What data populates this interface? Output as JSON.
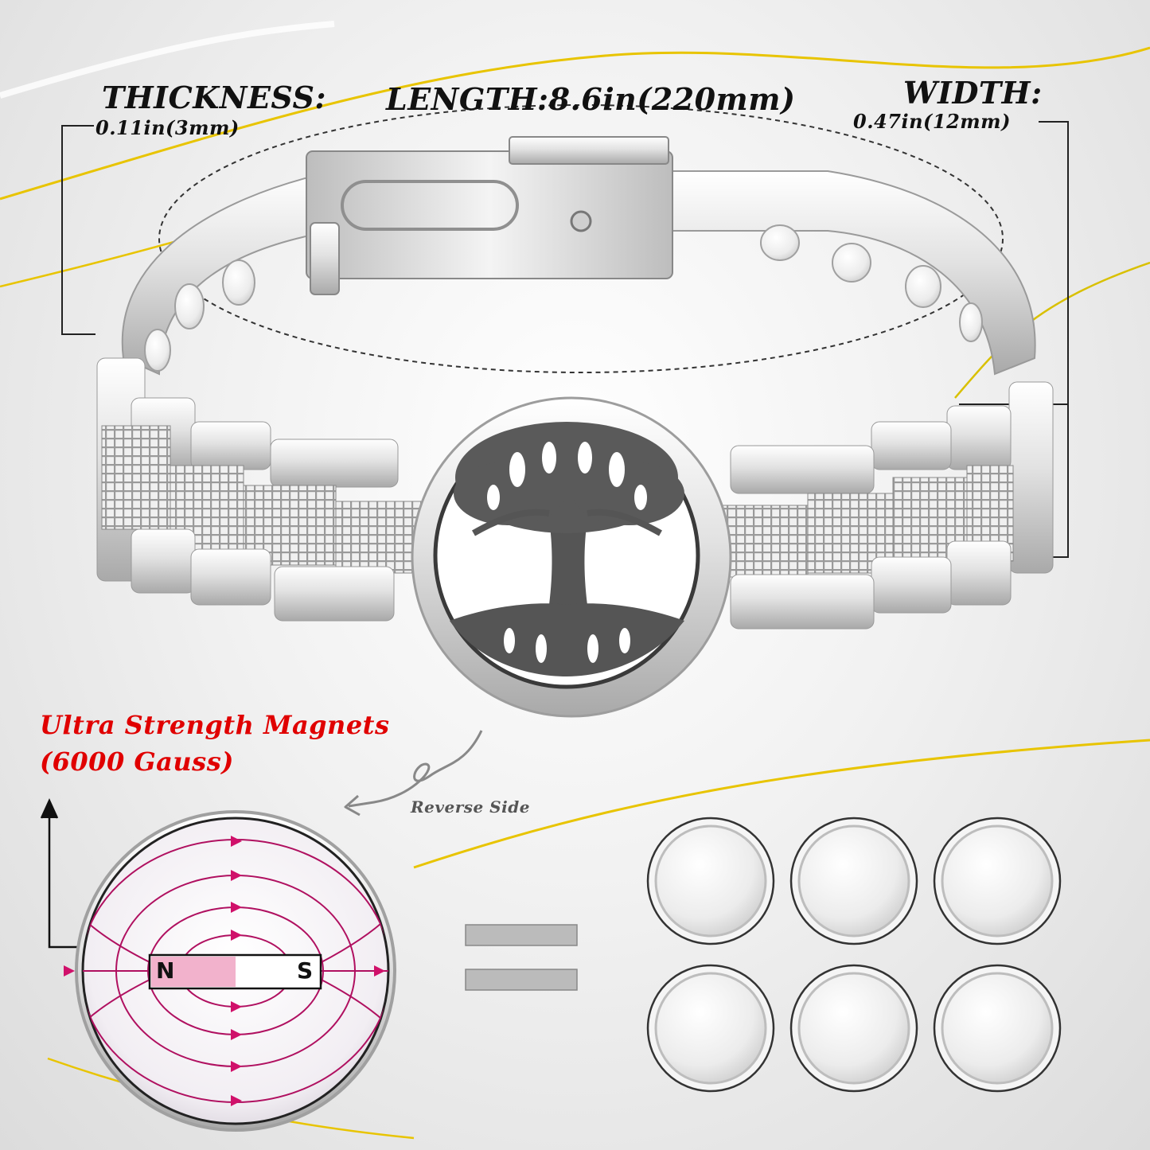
{
  "dimensions": {
    "thickness": {
      "label": "THICKNESS:",
      "value": "0.11in(3mm)"
    },
    "length": {
      "label": "LENGTH:8.6in(220mm)"
    },
    "width": {
      "label": "WIDTH:",
      "value": "0.47in(12mm)"
    }
  },
  "magnet": {
    "line1": "Ultra Strength Magnets",
    "line2": "(6000 Gauss)",
    "reverse_label": "Reverse Side",
    "north": "N",
    "south": "S",
    "disc_count": 6
  },
  "colors": {
    "metal": "#d6d6d6",
    "magnet_red": "#e00000",
    "field_lines": "#b01060",
    "accent_gold": "#e8c400"
  },
  "icons": [
    "tree-of-life-emblem-icon",
    "curved-arrow-icon",
    "up-arrow-icon",
    "magnetic-field-icon",
    "equals-sign-icon"
  ]
}
